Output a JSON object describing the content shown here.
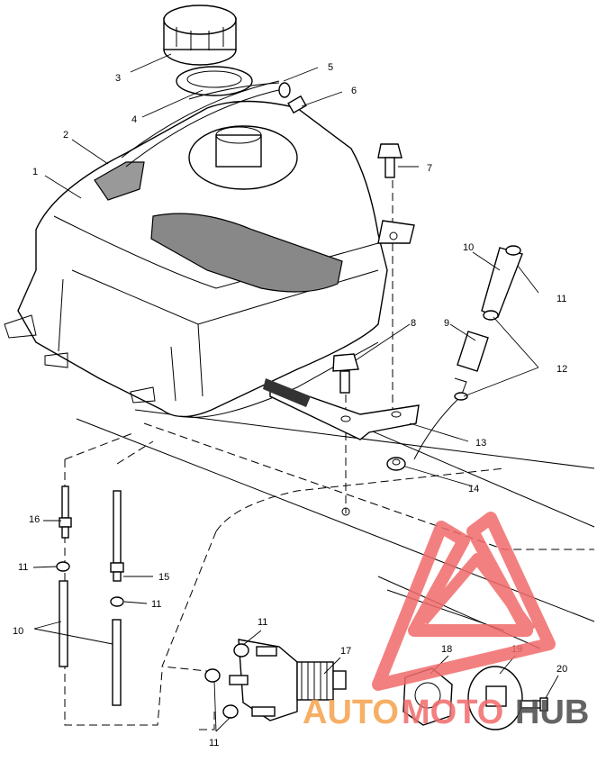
{
  "labels": {
    "l1": "1",
    "l2": "2",
    "l3": "3",
    "l4": "4",
    "l5": "5",
    "l6": "6",
    "l7": "7",
    "l8": "8",
    "l9": "9",
    "l10a": "10",
    "l10b": "10",
    "l11a": "11",
    "l11b": "11",
    "l11c": "11",
    "l11d": "11",
    "l11e": "11",
    "l12": "12",
    "l13": "13",
    "l14": "14",
    "l15": "15",
    "l16": "16",
    "l17": "17",
    "l18": "18",
    "l19": "19",
    "l20": "20"
  },
  "watermark": {
    "part1": "AUTO",
    "part2": "MOTO",
    "part3": "HUB",
    "color": "#f26b6b"
  }
}
